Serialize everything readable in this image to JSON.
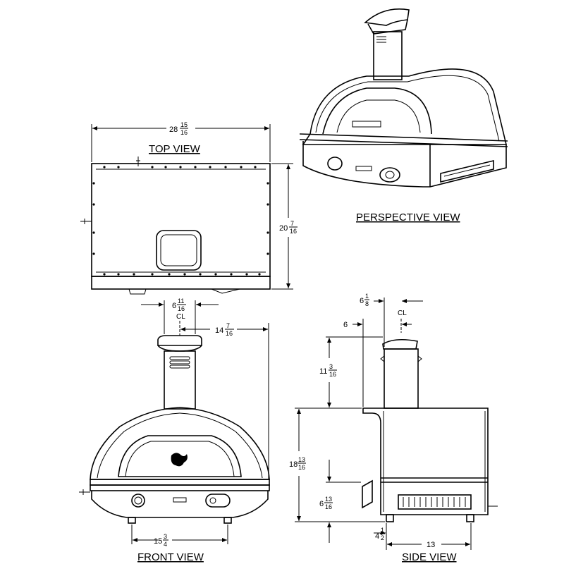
{
  "views": {
    "top": "TOP VIEW",
    "perspective": "PERSPECTIVE VIEW",
    "front": "FRONT VIEW",
    "side": "SIDE VIEW"
  },
  "dims": {
    "top_width": {
      "whole": "28",
      "num": "15",
      "den": "16"
    },
    "top_depth": {
      "whole": "20",
      "num": "7",
      "den": "16"
    },
    "chimney_w": {
      "whole": "6",
      "num": "11",
      "den": "16"
    },
    "front_half": {
      "whole": "14",
      "num": "7",
      "den": "16"
    },
    "chimney_h": {
      "whole": "11",
      "num": "3",
      "den": "16"
    },
    "total_h": {
      "whole": "18",
      "num": "13",
      "den": "16"
    },
    "base_h": {
      "whole": "6",
      "num": "13",
      "den": "16"
    },
    "front_feet": {
      "whole": "15",
      "num": "3",
      "den": "4"
    },
    "side_top_a": {
      "whole": "6",
      "num": "1",
      "den": "8"
    },
    "side_top_b": {
      "whole": "6"
    },
    "side_foot": {
      "whole": "4",
      "num": "1",
      "den": "2"
    },
    "side_feet": {
      "whole": "13"
    }
  },
  "centerline": "CL"
}
